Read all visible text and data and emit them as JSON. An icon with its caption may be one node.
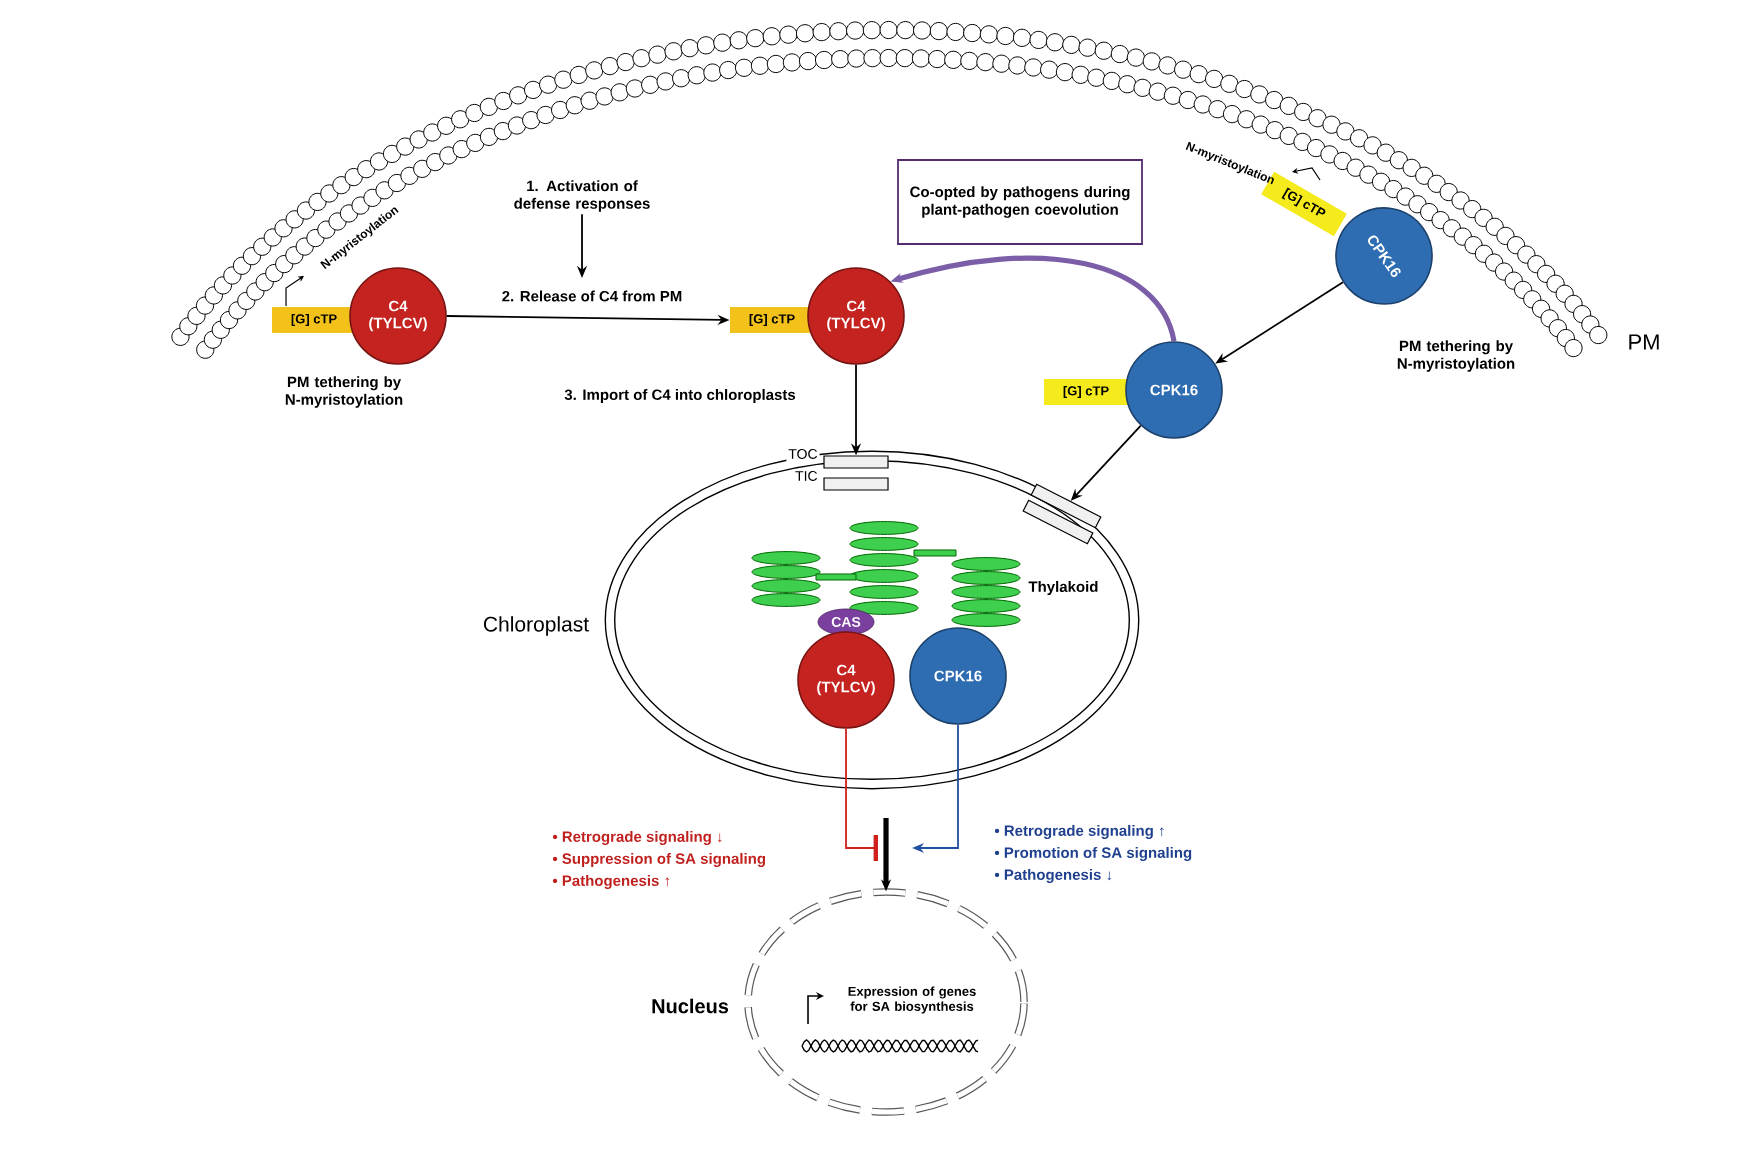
{
  "diagram": {
    "nodes": [
      {
        "text": [
          "[G] cTP"
        ]
      },
      {
        "text": [
          "C4 (TYLCV)"
        ],
        "beside": [
          "PM tethering by N-myristoylation"
        ]
      },
      {
        "text": [
          "1. Activation of defense responses"
        ]
      },
      {
        "text": [
          "[G] cTP"
        ]
      },
      {
        "text": [
          "C4 (TYLCV)"
        ]
      },
      {
        "text": [
          "Co-opted by pathogens during plant-pathogen coevolution"
        ]
      },
      {
        "text": [
          "[G] cTP"
        ]
      },
      {
        "text": [
          "CPK16"
        ],
        "beside": [
          "PM tethering by N-myristoylation"
        ]
      },
      {
        "text": [
          "[G] cTP"
        ]
      },
      {
        "text": [
          "CPK16"
        ]
      },
      {
        "text": [
          "Chloroplast"
        ]
      },
      {
        "text": [
          "TOC"
        ],
        "in": 10
      },
      {
        "text": [
          "TIC"
        ],
        "in": 10
      },
      {
        "text": [],
        "shape": "box",
        "in": 10
      },
      {
        "text": [
          "Thylakoid"
        ],
        "in": 10
      },
      {
        "text": [
          "CAS"
        ],
        "in": 10
      },
      {
        "text": [
          "C4 (TYLCV)"
        ],
        "in": 10
      },
      {
        "text": [
          "CPK16"
        ],
        "in": 10
      },
      {
        "text": [
          "Nucleus",
          "Expression of genes for SA biosynthesis"
        ]
      }
    ],
    "edges": [
      {
        "from": 2,
        "to": null,
        "arrow": "to"
      },
      {
        "from": 1,
        "to": 3,
        "arrow": "to",
        "label": "2. Release of C4 from PM"
      },
      {
        "from": 4,
        "to": 11,
        "arrow": "to",
        "label": "3. Import of C4 into chloroplasts"
      },
      {
        "from": 7,
        "to": 9,
        "arrow": "to"
      },
      {
        "from": 9,
        "to": 13,
        "arrow": "to"
      },
      {
        "from": 9,
        "to": 4,
        "arrow": "to",
        "style": "thick",
        "color": "#7b5ea7"
      },
      {
        "from": 16,
        "to": null,
        "arrow": "other",
        "color": "#d0201c"
      },
      {
        "from": 17,
        "to": null,
        "arrow": "to",
        "color": "#2050a0"
      },
      {
        "from": null,
        "to": 18,
        "arrow": "to",
        "style": "thick"
      }
    ],
    "labels": [
      "N-myristoylation",
      "N-myristoylation",
      "PM",
      "• Retrograde signaling ↓",
      "• Suppression of SA signaling",
      "• Pathogenesis ↑",
      "• Retrograde signaling ↑",
      "• Promotion of SA signaling",
      "• Pathogenesis ↓"
    ]
  }
}
